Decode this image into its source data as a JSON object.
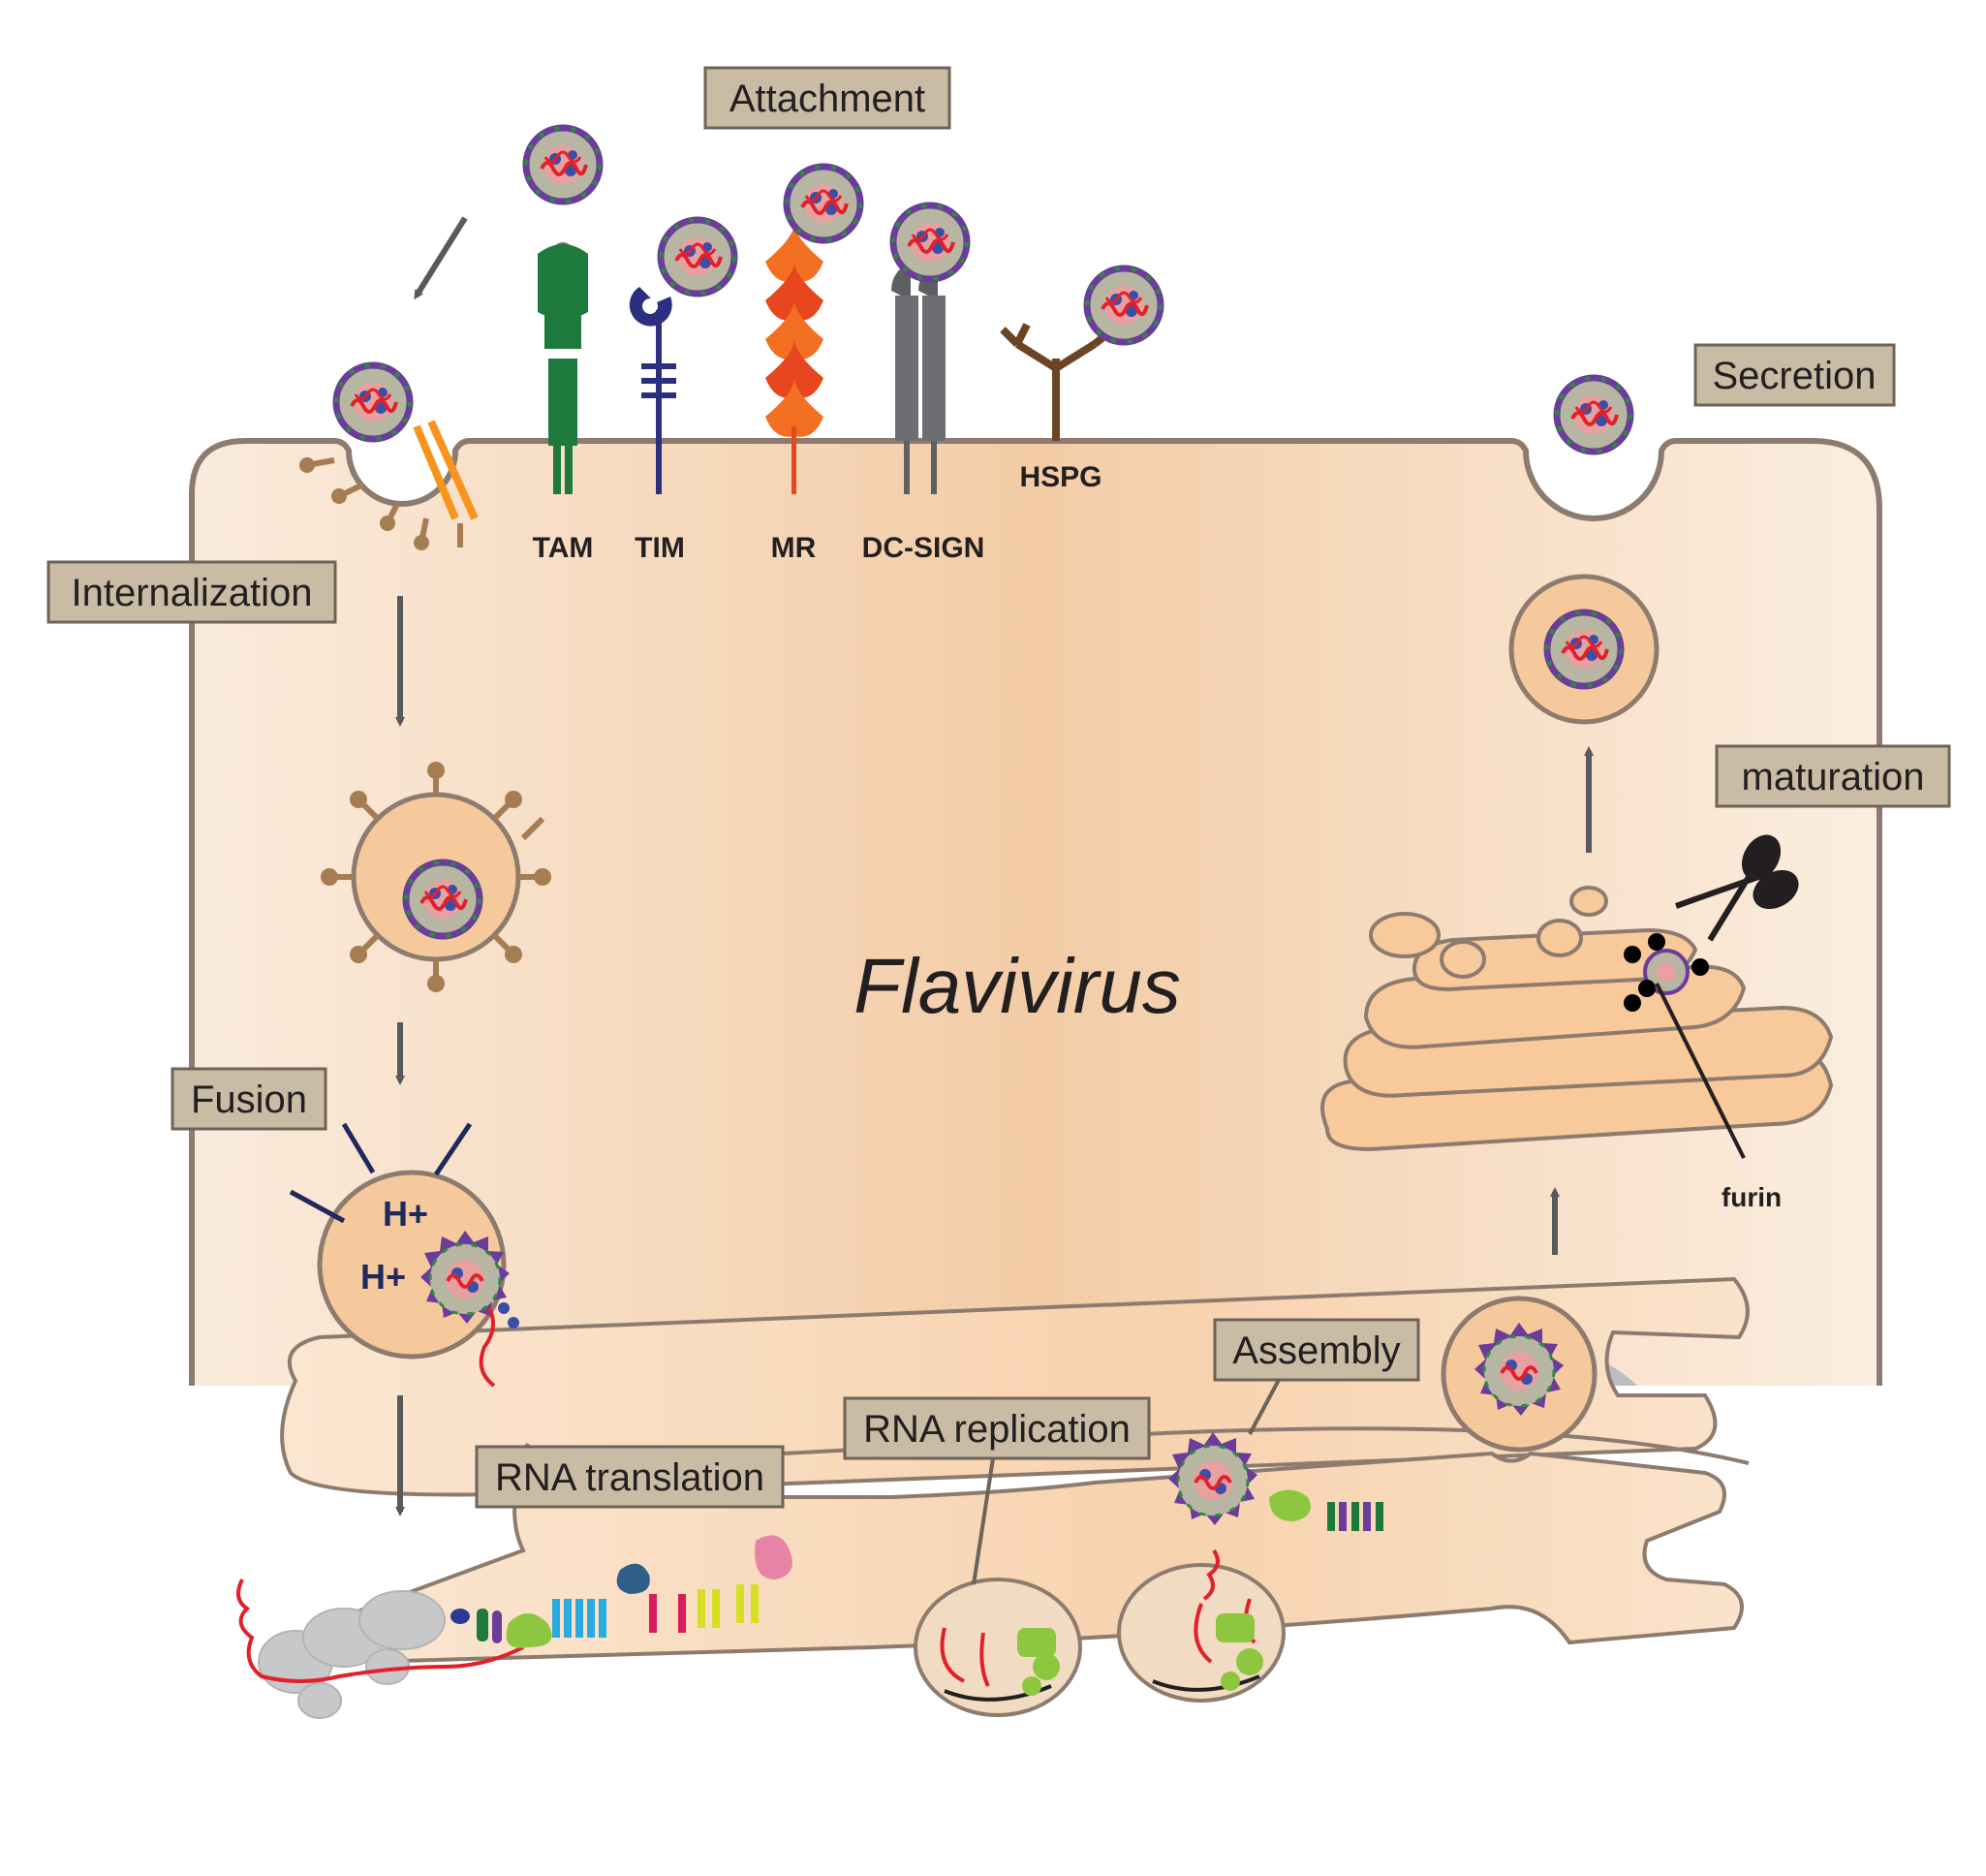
{
  "title": "Flavivirus",
  "steps": {
    "attachment": "Attachment",
    "internalization": "Internalization",
    "fusion": "Fusion",
    "rna_translation": "RNA translation",
    "rna_replication": "RNA replication",
    "assembly": "Assembly",
    "maturation": "maturation",
    "secretion": "Secretion"
  },
  "receptors": {
    "tam": "TAM",
    "tim": "TIM",
    "mr": "MR",
    "dc_sign": "DC-SIGN",
    "hspg": "HSPG"
  },
  "labels": {
    "proton_1": "H+",
    "proton_2": "H+",
    "furin": "furin"
  },
  "colors": {
    "cell_fill": "#f6dcc2",
    "cell_border": "#8c7b6e",
    "label_box": "#c9bba4",
    "arrow": "#58595b",
    "tam": "#1e7a3c",
    "tim": "#2b2f7f",
    "mr": "#e8461f",
    "dc_sign": "#5e5f61",
    "hspg": "#6b4423",
    "virus_envelope": "#6a3d9a",
    "virus_rna": "#e2202a"
  }
}
